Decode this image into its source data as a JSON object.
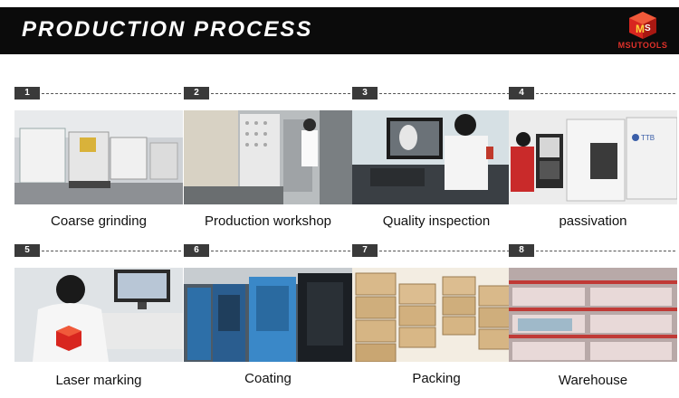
{
  "header": {
    "title": "PRODUCTION PROCESS"
  },
  "logo": {
    "text": "MSUTOOLS",
    "icon": "ms-cube-logo",
    "color": "#e0312a"
  },
  "steps": [
    {
      "number": "1",
      "label": "Coarse grinding"
    },
    {
      "number": "2",
      "label": "Production workshop"
    },
    {
      "number": "3",
      "label": "Quality inspection"
    },
    {
      "number": "4",
      "label": "passivation"
    },
    {
      "number": "5",
      "label": "Laser marking"
    },
    {
      "number": "6",
      "label": "Coating"
    },
    {
      "number": "7",
      "label": "Packing"
    },
    {
      "number": "8",
      "label": "Warehouse"
    }
  ]
}
